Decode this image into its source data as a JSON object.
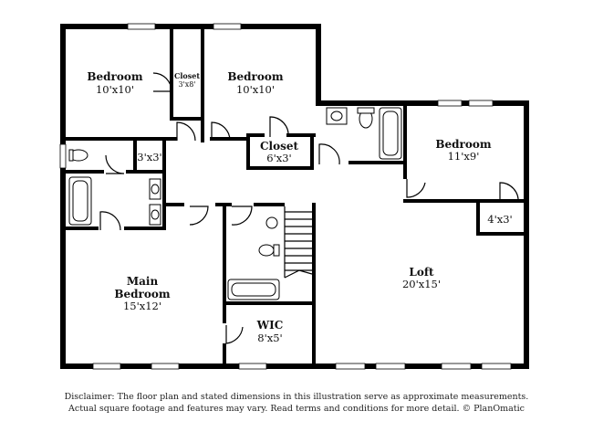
{
  "rooms": {
    "bedroom_tl": {
      "name": "Bedroom",
      "size": "10'x10'"
    },
    "closet_small": {
      "name": "Closet",
      "size": "3'x8'"
    },
    "bedroom_tc": {
      "name": "Bedroom",
      "size": "10'x10'"
    },
    "closet_mid": {
      "name": "Closet",
      "size": "6'x3'"
    },
    "linen": {
      "size": "3'x3'"
    },
    "bedroom_r": {
      "name": "Bedroom",
      "size": "11'x9'"
    },
    "closet_r": {
      "size": "4'x3'"
    },
    "main_bedroom": {
      "name1": "Main",
      "name2": "Bedroom",
      "size": "15'x12'"
    },
    "wic": {
      "name": "WIC",
      "size": "8'x5'"
    },
    "loft": {
      "name": "Loft",
      "size": "20'x15'"
    }
  },
  "disclaimer": {
    "line1": "Disclaimer: The floor plan and stated dimensions in this illustration serve as approximate measurements.",
    "line2": "Actual square footage and features may vary. Read terms and conditions for more detail. © PlanOmatic"
  }
}
